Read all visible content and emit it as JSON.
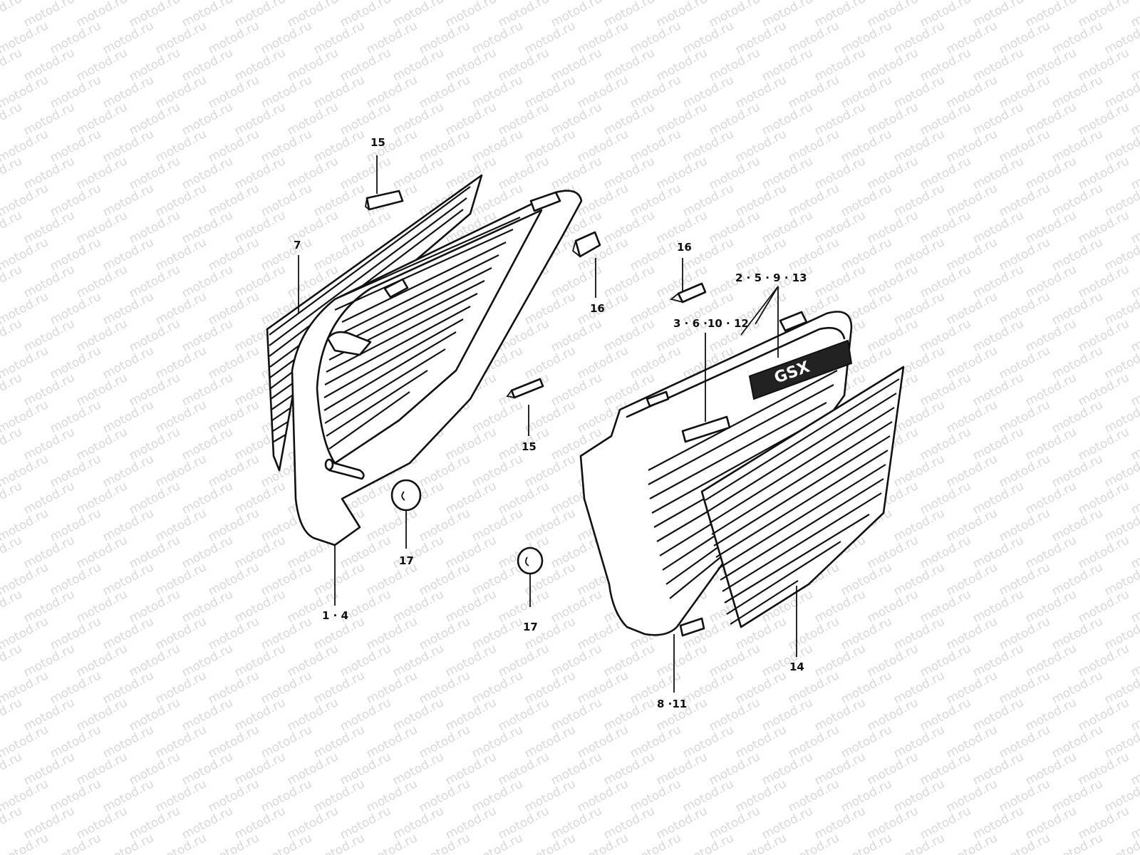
{
  "watermark": {
    "text": "motod.ru"
  },
  "callouts": [
    {
      "id": "c15a",
      "text": "15"
    },
    {
      "id": "c7",
      "text": "7"
    },
    {
      "id": "c16a",
      "text": "16"
    },
    {
      "id": "c16b",
      "text": "16"
    },
    {
      "id": "c2591 3",
      "text": "2 · 5 · 9 · 13"
    },
    {
      "id": "c361012",
      "text": "3 · 6 ·10 · 12"
    },
    {
      "id": "c15b",
      "text": "15"
    },
    {
      "id": "c17a",
      "text": "17"
    },
    {
      "id": "c17b",
      "text": "17"
    },
    {
      "id": "c14",
      "text": "1 · 4"
    },
    {
      "id": "c811",
      "text": "8 ·11"
    },
    {
      "id": "c14b",
      "text": "14"
    }
  ],
  "emblem": {
    "text": "GSX"
  }
}
